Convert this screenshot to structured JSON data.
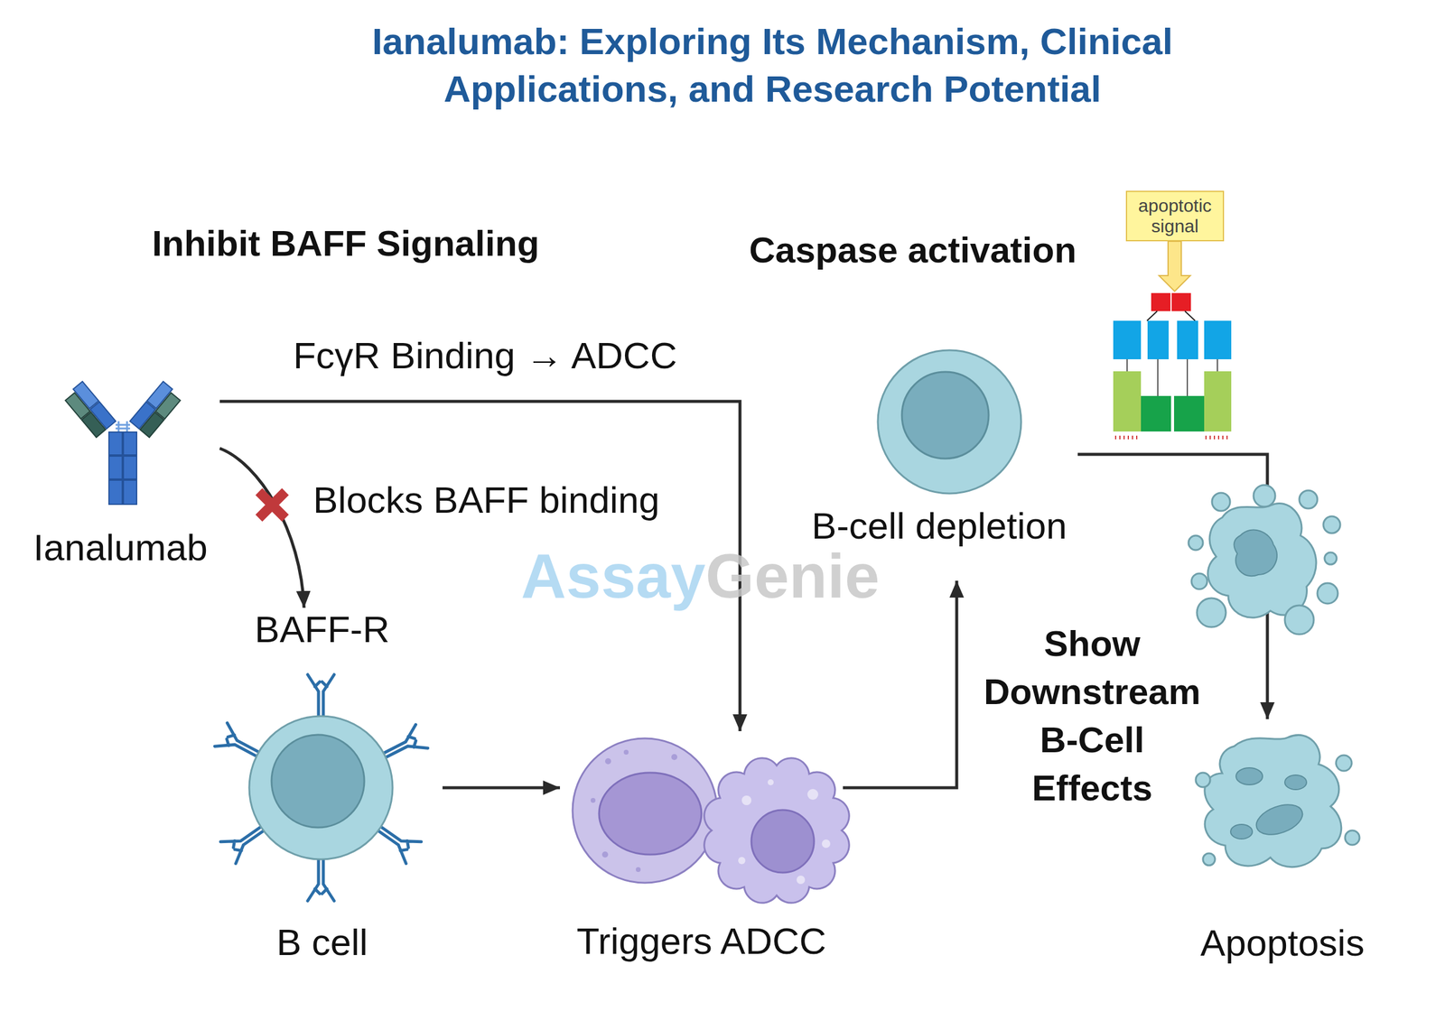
{
  "diagram": {
    "title": "Ianalumab: Exploring Its Mechanism, Clinical Applications, and Research Potential",
    "nodes": [
      {
        "text": [
          "Ianalumab"
        ]
      },
      {
        "text": [
          "BAFF-R",
          "B cell"
        ]
      },
      {
        "text": [
          "Triggers ADCC"
        ]
      },
      {
        "text": [
          "B-cell depletion"
        ]
      },
      {
        "text": [
          "apoptotic signal"
        ]
      },
      {
        "text": [
          "Apoptosis"
        ]
      }
    ],
    "edges": [
      {
        "from": 0,
        "to": 2,
        "label": "FcγR Binding → ADCC",
        "arrow": "to"
      },
      {
        "from": 0,
        "to": 1,
        "label": "Blocks BAFF binding",
        "arrow": "to"
      },
      {
        "from": 1,
        "to": 2,
        "arrow": "to"
      },
      {
        "from": 2,
        "to": 3,
        "label": "Show Downstream B-Cell Effects",
        "arrow": "to"
      },
      {
        "from": 3,
        "to": 5,
        "arrow": "to"
      }
    ],
    "labels": [
      "Inhibit BAFF Signaling",
      "Caspase activation",
      "AssayGenie"
    ]
  }
}
